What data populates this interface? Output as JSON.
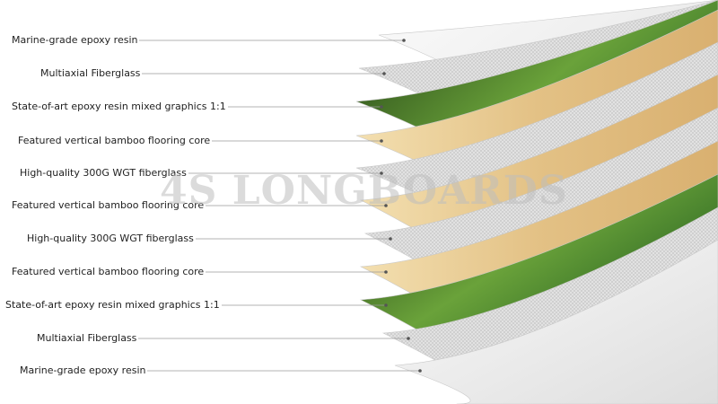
{
  "layers": [
    {
      "label": "Marine-grade epoxy resin",
      "material": "resin"
    },
    {
      "label": "Multiaxial Fiberglass",
      "material": "fiberglass"
    },
    {
      "label": "State-of-art epoxy resin mixed graphics 1:1",
      "material": "graphics"
    },
    {
      "label": "Featured vertical bamboo flooring core",
      "material": "bamboo"
    },
    {
      "label": "High-quality 300G WGT fiberglass",
      "material": "fiberglass"
    },
    {
      "label": "Featured vertical bamboo flooring core",
      "material": "bamboo"
    },
    {
      "label": "High-quality 300G WGT fiberglass",
      "material": "fiberglass"
    },
    {
      "label": "Featured vertical bamboo flooring core",
      "material": "bamboo"
    },
    {
      "label": "State-of-art epoxy resin mixed graphics 1:1",
      "material": "graphics"
    },
    {
      "label": "Multiaxial Fiberglass",
      "material": "fiberglass"
    },
    {
      "label": "Marine-grade epoxy resin",
      "material": "resin"
    }
  ],
  "watermark": "4S LONGBOARDS",
  "colors": {
    "resin": "#efefef",
    "fiberglass": "#dcdcdc",
    "graphics": "#3f7a2a",
    "bamboo": "#e6c88e",
    "leader": "#9a9a9a"
  }
}
